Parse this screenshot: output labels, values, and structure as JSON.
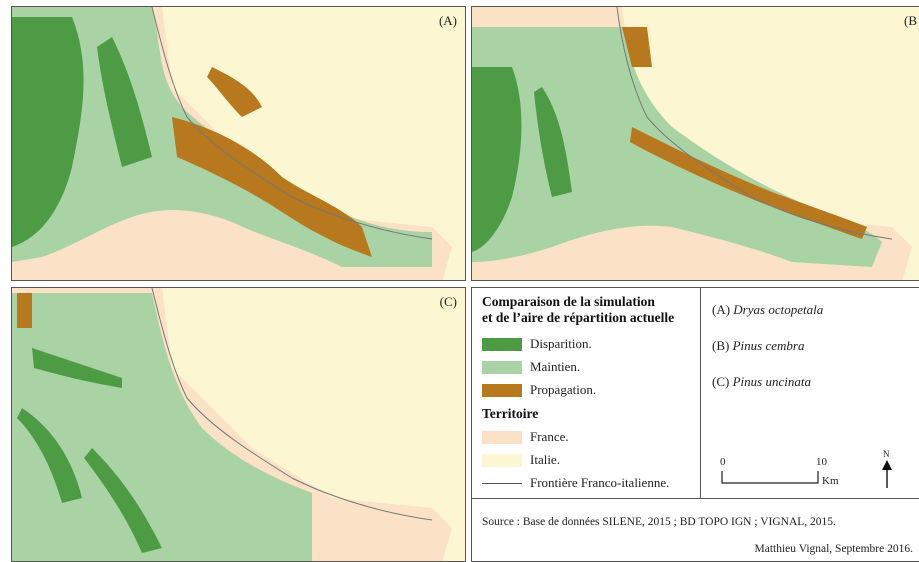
{
  "panels": [
    {
      "id": "a",
      "label": "(A)"
    },
    {
      "id": "b",
      "label": "(B"
    },
    {
      "id": "c",
      "label": "(C)"
    }
  ],
  "legend": {
    "title_line1": "Comparaison de la simulation",
    "title_line2": "et de l’aire de répartition actuelle",
    "items": [
      {
        "label": "Disparition.",
        "color": "#4e9b46"
      },
      {
        "label": "Maintien.",
        "color": "#a9d3a4"
      },
      {
        "label": "Propagation.",
        "color": "#b8781e"
      }
    ],
    "territory_title": "Territoire",
    "territory_items": [
      {
        "label": "France.",
        "color": "#fbe1c6"
      },
      {
        "label": "Italie.",
        "color": "#fdf6d2"
      }
    ],
    "border_label": "Frontière Franco-italienne."
  },
  "species": [
    {
      "letter": "(A)",
      "name": "Dryas octopetala"
    },
    {
      "letter": "(B)",
      "name": "Pinus cembra"
    },
    {
      "letter": "(C)",
      "name": "Pinus uncinata"
    }
  ],
  "scale": {
    "start": "0",
    "end": "10",
    "unit": "Km"
  },
  "north_label": "N",
  "source": "Source : Base de données SILENE, 2015 ; BD TOPO IGN ; VIGNAL, 2015.",
  "author": "Matthieu Vignal, Septembre 2016."
}
